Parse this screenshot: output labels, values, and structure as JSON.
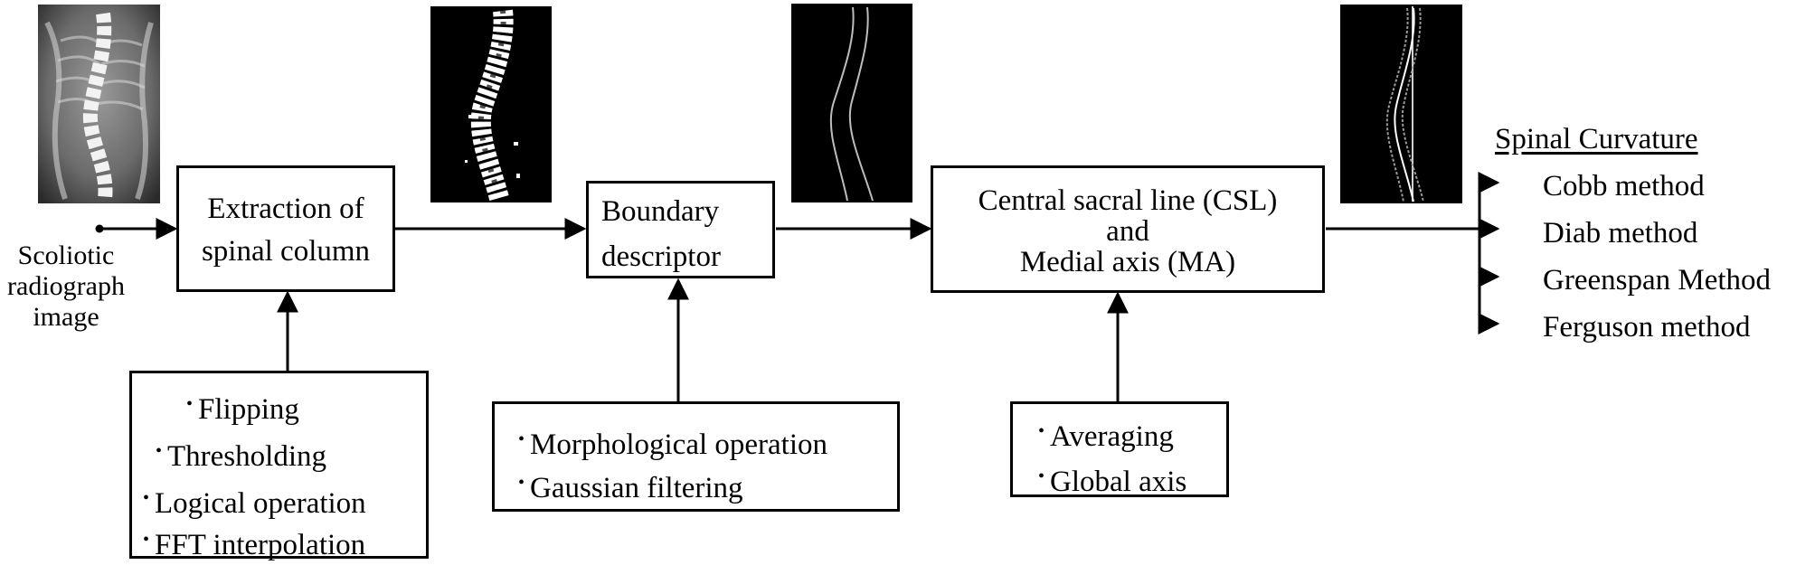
{
  "input": {
    "label_lines": [
      "Scoliotic",
      "radiograph",
      "image"
    ]
  },
  "step1": {
    "title_lines": [
      "Extraction of",
      "spinal column"
    ],
    "methods": [
      "Flipping",
      "Thresholding",
      "Logical operation",
      "FFT interpolation"
    ]
  },
  "step2": {
    "title_lines": [
      "Boundary",
      "descriptor"
    ],
    "methods": [
      "Morphological operation",
      "Gaussian filtering"
    ]
  },
  "step3": {
    "title_lines": [
      "Central sacral line (CSL)",
      "and",
      "Medial axis (MA)"
    ],
    "methods": [
      "Averaging",
      "Global axis"
    ]
  },
  "output": {
    "heading": "Spinal Curvature",
    "items": [
      "Cobb method",
      "Diab method",
      "Greenspan Method",
      "Ferguson method"
    ]
  },
  "images": [
    {
      "icon": "xray-radiograph-image"
    },
    {
      "icon": "binary-spine-mask-image"
    },
    {
      "icon": "spine-boundary-contour-image"
    },
    {
      "icon": "medial-axis-image"
    }
  ]
}
